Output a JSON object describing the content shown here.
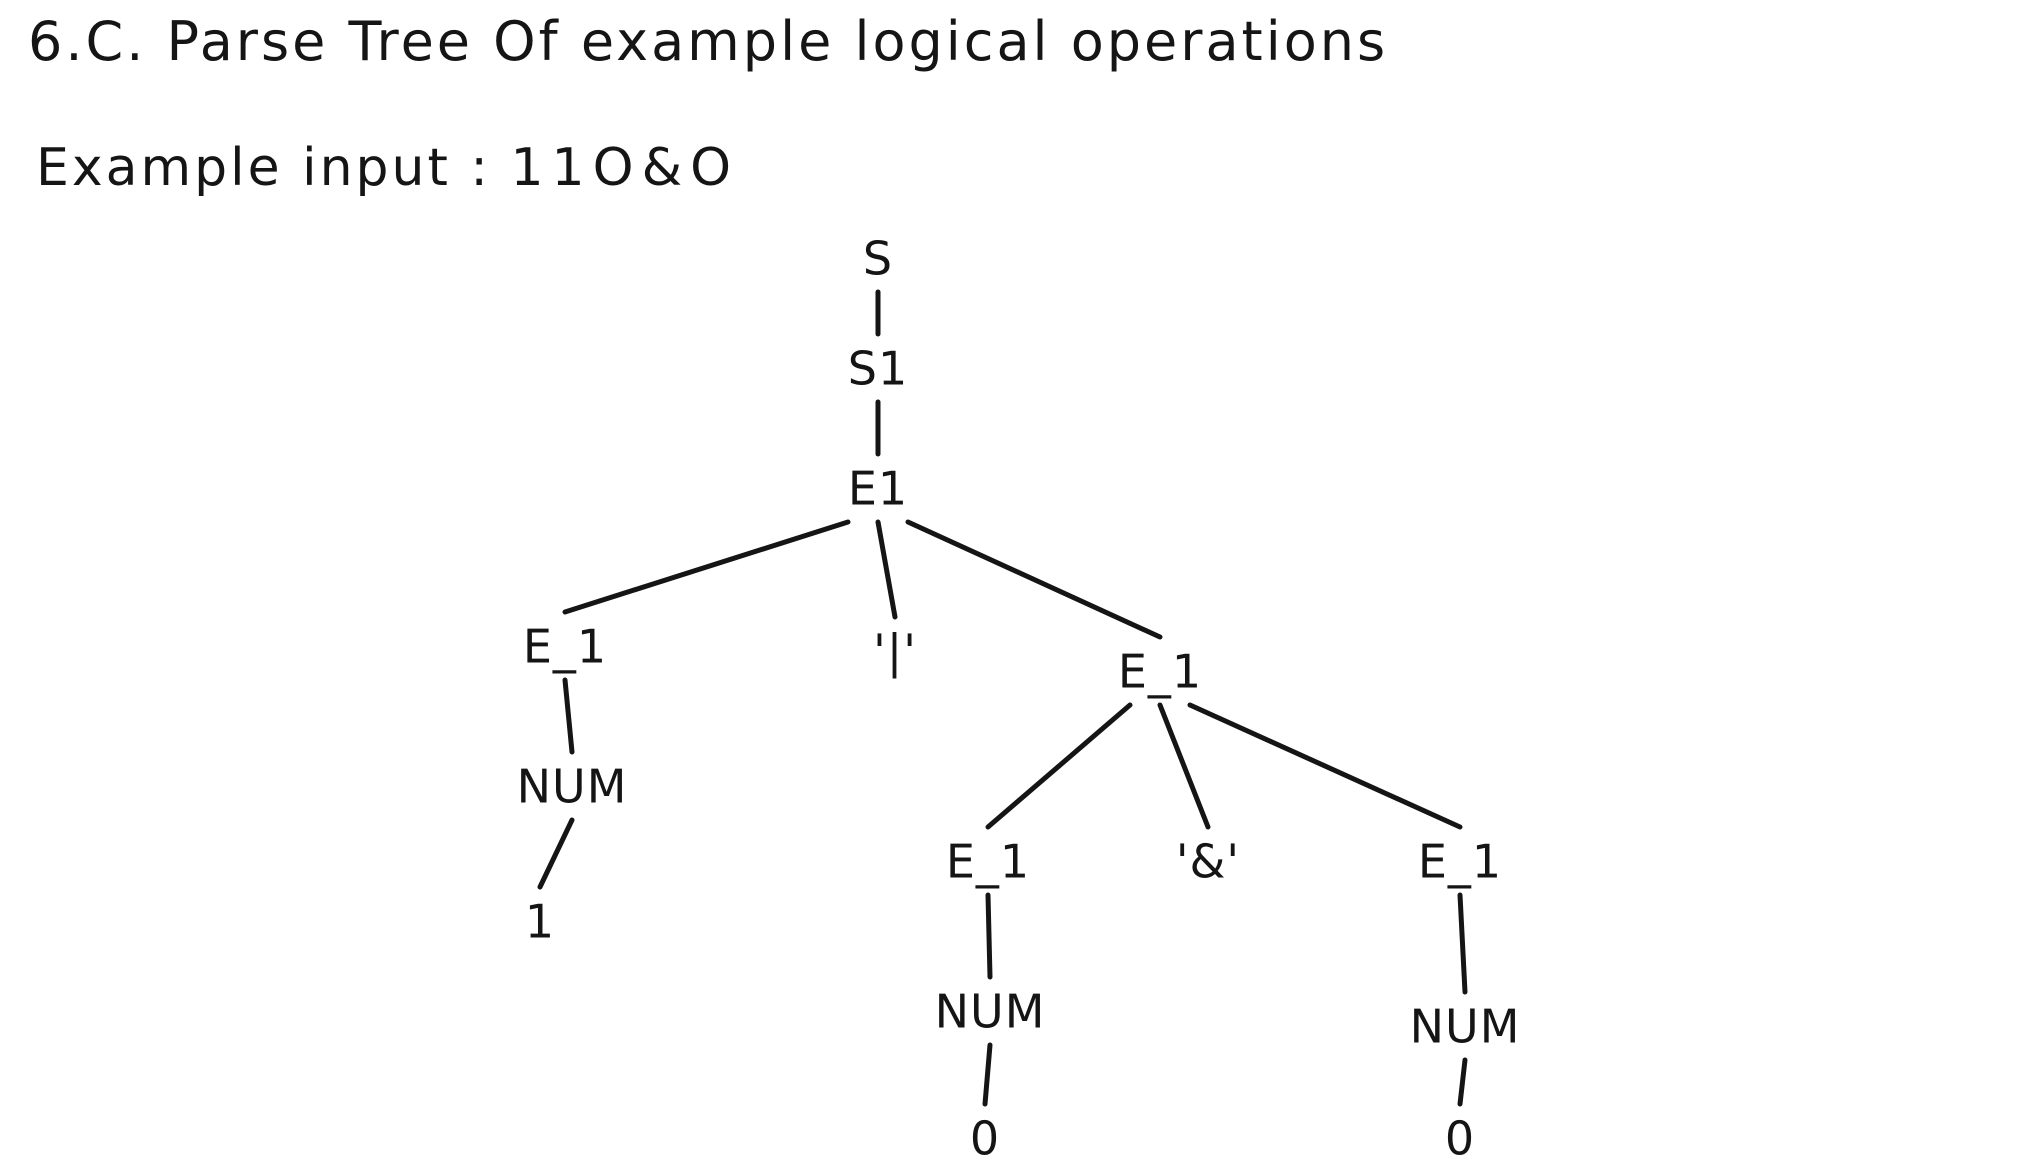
{
  "title": "6.C. Parse Tree Of example logical operations",
  "example": {
    "label": "Example input :",
    "value": "11O&O"
  },
  "tree": {
    "nodes": [
      {
        "id": "s",
        "label": "S"
      },
      {
        "id": "s1",
        "label": "S1"
      },
      {
        "id": "e1",
        "label": "E1"
      },
      {
        "id": "e1-left",
        "label": "E_1"
      },
      {
        "id": "or-terminal",
        "label": "'|'"
      },
      {
        "id": "e1-right",
        "label": "E_1"
      },
      {
        "id": "num-1",
        "label": "NUM"
      },
      {
        "id": "leaf-1",
        "label": "1"
      },
      {
        "id": "e1-and-left",
        "label": "E_1"
      },
      {
        "id": "and-terminal",
        "label": "'&'"
      },
      {
        "id": "e1-and-right",
        "label": "E_1"
      },
      {
        "id": "num-2",
        "label": "NUM"
      },
      {
        "id": "leaf-2",
        "label": "0"
      },
      {
        "id": "num-3",
        "label": "NUM"
      },
      {
        "id": "leaf-3",
        "label": "0"
      }
    ],
    "edges": [
      [
        "s",
        "s1"
      ],
      [
        "s1",
        "e1"
      ],
      [
        "e1",
        "e1-left"
      ],
      [
        "e1",
        "or-terminal"
      ],
      [
        "e1",
        "e1-right"
      ],
      [
        "e1-left",
        "num-1"
      ],
      [
        "num-1",
        "leaf-1"
      ],
      [
        "e1-right",
        "e1-and-left"
      ],
      [
        "e1-right",
        "and-terminal"
      ],
      [
        "e1-right",
        "e1-and-right"
      ],
      [
        "e1-and-left",
        "num-2"
      ],
      [
        "num-2",
        "leaf-2"
      ],
      [
        "e1-and-right",
        "num-3"
      ],
      [
        "num-3",
        "leaf-3"
      ]
    ]
  }
}
